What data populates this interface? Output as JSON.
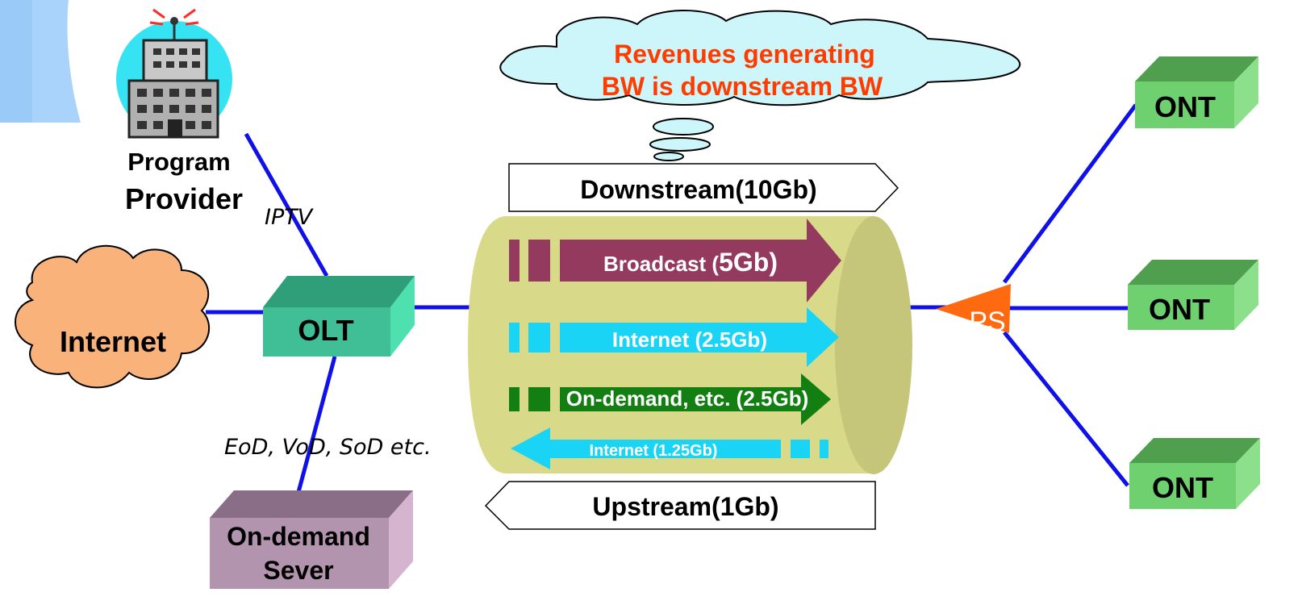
{
  "colors": {
    "link": "#1010e8",
    "olt": "#3fbf96",
    "ont": "#6fd06f",
    "server": "#b89ab2",
    "cloud_internet": "#f8b27a",
    "cloud_thought": "#cdf6fb",
    "pipe": "#d9d98a",
    "broadcast": "#943a5e",
    "internet": "#19d4f5",
    "ondemand": "#137f13",
    "splitter": "#ff6a10",
    "callout_text": "#ff3c00"
  },
  "icons": {
    "building": "office-building-icon",
    "antenna": "antenna-icon"
  },
  "nodes": {
    "program_provider": {
      "line1": "Program",
      "line2": "Provider"
    },
    "internet_cloud": "Internet",
    "olt": "OLT",
    "on_demand_server": {
      "line1": "On-demand",
      "line2": "Sever"
    },
    "splitter": "PS",
    "ont_top": "ONT",
    "ont_middle": "ONT",
    "ont_bottom": "ONT"
  },
  "link_labels": {
    "iptv": "IPTV",
    "on_demand_services": "EoD, VoD, SoD etc."
  },
  "callout": {
    "line1": "Revenues generating",
    "line2": "BW is downstream BW"
  },
  "streams": {
    "downstream": "Downstream(10Gb)",
    "upstream": "Upstream(1Gb)",
    "broadcast_prefix": "Broadcast (",
    "broadcast_value": "5Gb)",
    "internet_down": "Internet (2.5Gb)",
    "on_demand": "On-demand, etc. (2.5Gb)",
    "internet_up": "Internet (1.25Gb)"
  }
}
